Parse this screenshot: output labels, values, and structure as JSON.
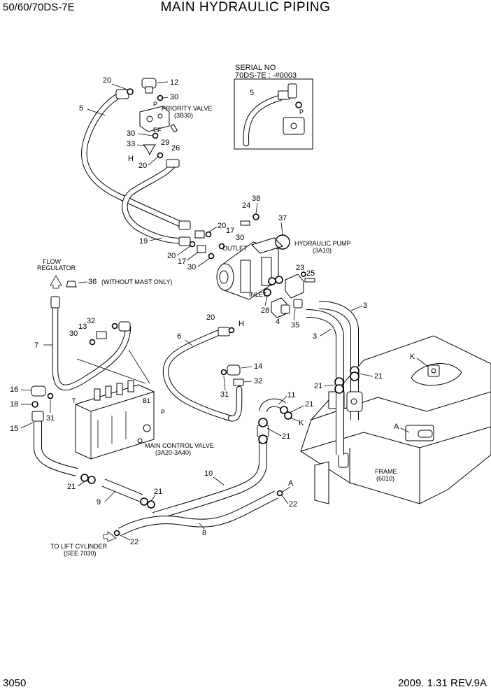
{
  "header": {
    "model": "50/60/70DS-7E",
    "title": "MAIN HYDRAULIC PIPING"
  },
  "footer": {
    "page": "3050",
    "date_rev": "2009. 1.31  REV.9A"
  },
  "inset": {
    "serial_line1": "SERIAL NO",
    "serial_line2": "70DS-7E : -#0003",
    "part5": "5",
    "port_p": "P"
  },
  "captions": {
    "priority_valve": "PRIORITY VALVE",
    "priority_valve_ref": "(3B30)",
    "hydraulic_pump": "HYDRAULIC PUMP",
    "hydraulic_pump_ref": "(3A10)",
    "outlet": "OUTLET",
    "inlet": "INLET",
    "flow_regulator_1": "FLOW",
    "flow_regulator_2": "REGULATOR",
    "without_mast": "(WITHOUT MAST ONLY)",
    "main_control_valve": "MAIN CONTROL VALVE",
    "main_control_valve_ref": "(3A20-3A40)",
    "frame": "FRAME",
    "frame_ref": "(6010)",
    "lift_cylinder_1": "TO LIFT CYLINDER",
    "lift_cylinder_2": "(SEE 7030)",
    "port_p": "P",
    "port_ef": "EF",
    "port_t": "T",
    "port_b1": "B1"
  },
  "callouts": {
    "p20a": "20",
    "p12": "12",
    "p30a": "30",
    "p5": "5",
    "p30b": "30",
    "p33": "33",
    "p29": "29",
    "p26": "26",
    "pH": "H",
    "p20b": "20",
    "p38": "38",
    "p24": "24",
    "p37": "37",
    "p20c": "20",
    "p17a": "17",
    "p19": "19",
    "p30c": "30",
    "p20d": "20",
    "p17b": "17",
    "p30d": "30",
    "p23": "23",
    "p25": "25",
    "p28": "28",
    "p4": "4",
    "p35": "35",
    "p3a": "3",
    "p3b": "3",
    "p36": "36",
    "p7": "7",
    "p32a": "32",
    "p13": "13",
    "p30e": "30",
    "p20e": "20",
    "pH2": "H",
    "p6": "6",
    "p14": "14",
    "p32b": "32",
    "p31a": "31",
    "p16": "16",
    "p18": "18",
    "p31b": "31",
    "p15": "15",
    "pK1": "K",
    "p21a": "21",
    "p21b": "21",
    "p11": "11",
    "p21c": "21",
    "pK2": "K",
    "p21d": "21",
    "pA1": "A",
    "p10": "10",
    "pA2": "A",
    "p22a": "22",
    "p21e": "21",
    "p9": "9",
    "p21f": "21",
    "p8": "8",
    "p22b": "22"
  }
}
